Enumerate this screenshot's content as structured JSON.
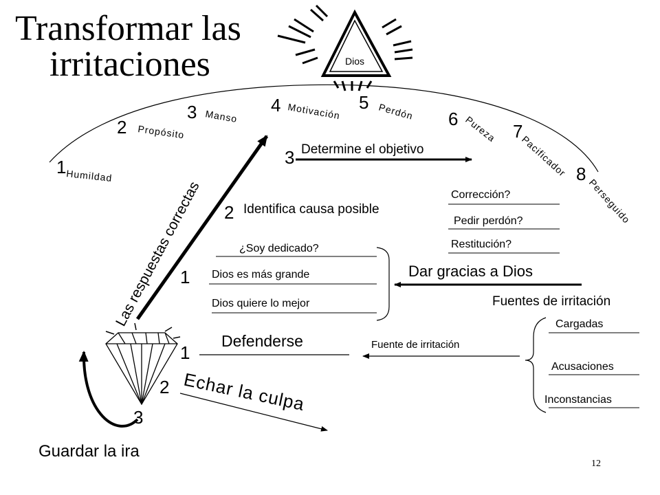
{
  "title": {
    "line1": "Transformar las",
    "line2": "irritaciones"
  },
  "god_label": "Dios",
  "beatitudes": [
    {
      "num": "1",
      "label": "Humildad"
    },
    {
      "num": "2",
      "label": "Propósito"
    },
    {
      "num": "3",
      "label": "Manso"
    },
    {
      "num": "4",
      "label": "Motivación"
    },
    {
      "num": "5",
      "label": "Perdón"
    },
    {
      "num": "6",
      "label": "Pureza"
    },
    {
      "num": "7",
      "label": "Pacificador"
    },
    {
      "num": "8",
      "label": "Perseguido"
    }
  ],
  "correct_answers_label": "Las respuestas correctas",
  "steps": [
    {
      "num": "1"
    },
    {
      "num": "2",
      "label": "Identifica causa posible"
    },
    {
      "num": "3",
      "label": "Determine el objetivo"
    }
  ],
  "questions": [
    "Corrección?",
    "Pedir perdón?",
    "Restitución?"
  ],
  "gratitude_items": [
    "¿Soy dedicado?",
    "Dios es más grande",
    "Dios quiere lo mejor"
  ],
  "thank_god": "Dar gracias a Dios",
  "sources_header": "Fuentes de irritación",
  "sources": [
    "Cargadas",
    "Acusaciones",
    "Inconstancias"
  ],
  "source_single": "Fuente de irritación",
  "reactions": [
    {
      "num": "1",
      "label": "Defenderse"
    },
    {
      "num": "2",
      "label": "Echar la culpa"
    },
    {
      "num": "3",
      "label": "Guardar la ira"
    }
  ],
  "page_number": "12"
}
